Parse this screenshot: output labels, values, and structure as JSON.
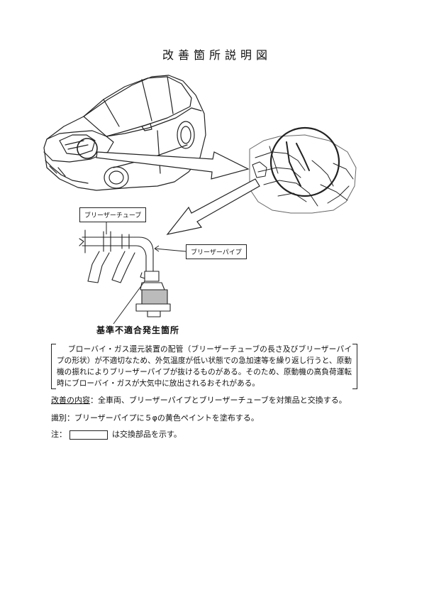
{
  "title": "改善箇所説明図",
  "labels": {
    "breather_tube": "ブリーザーチューブ",
    "breather_pipe": "ブリーザーパイプ",
    "nonconformity": "基準不適合発生箇所"
  },
  "description": "ブローバイ・ガス還元装置の配管（ブリーザーチューブの長さ及びブリーザーパイプの形状）が不適切なため、外気温度が低い状態での急加速等を繰り返し行うと、原動機の振れによりブリーザーパイプが抜けるものがある。そのため、原動機の高負荷運転時にブローバイ・ガスが大気中に放出されるおそれがある。",
  "improvement": {
    "label": "改善の内容",
    "text": "：全車両、ブリーザーパイプとブリーザーチューブを対策品と交換する。"
  },
  "identification": "識別：ブリーザーパイプに５φの黄色ペイントを塗布する。",
  "note": {
    "prefix": "注：",
    "suffix": "は交換部品を示す。"
  }
}
